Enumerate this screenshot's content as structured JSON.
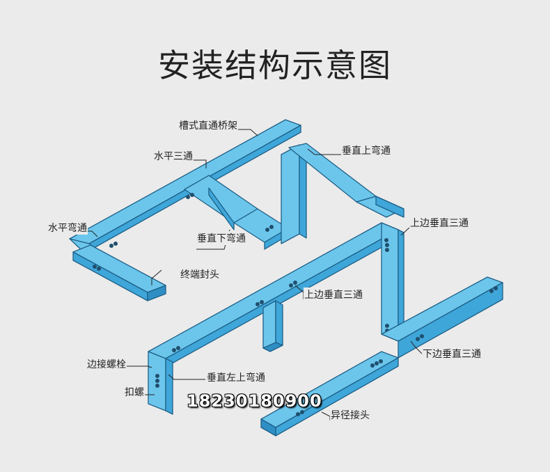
{
  "title": "安装结构示意图",
  "labels": {
    "straight_tray": "槽式直通桥架",
    "horizontal_tee": "水平三通",
    "horizontal_elbow": "水平弯通",
    "vertical_down_bend": "垂直下弯通",
    "end_cap": "终端封头",
    "vertical_up_bend": "垂直上弯通",
    "upper_vertical_tee_right": "上边垂直三通",
    "upper_vertical_tee_center": "上边垂直三通",
    "lower_vertical_tee": "下边垂直三通",
    "edge_bolt": "边接螺栓",
    "clip_nut": "扣螺",
    "vertical_left_up_bend": "垂直左上弯通",
    "reducer_joint": "异径接头"
  },
  "phone": "18230180900",
  "colors": {
    "tray_top": "#6cc6ec",
    "tray_side": "#3fa6d9",
    "tray_dark": "#2f8fc4",
    "outline": "#1d5f86",
    "background": "#ebebeb"
  }
}
